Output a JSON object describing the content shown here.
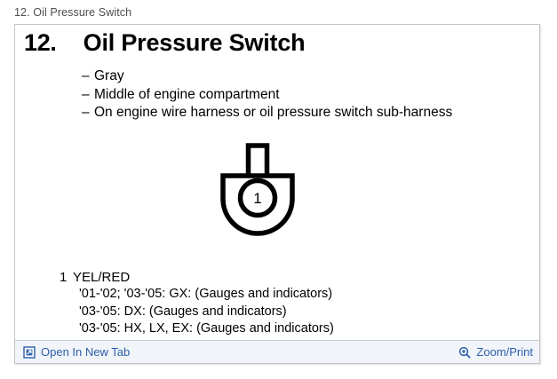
{
  "breadcrumb": {
    "text": "12. Oil Pressure Switch"
  },
  "heading": {
    "number": "12.",
    "title": "Oil Pressure Switch"
  },
  "details": {
    "dash": "–",
    "bullets": [
      "Gray",
      "Middle of engine compartment",
      "On engine wire harness or oil pressure switch sub-harness"
    ]
  },
  "diagram": {
    "name": "connector-pinout-diagram",
    "pin_label": "1",
    "stroke_color": "#000000"
  },
  "legend": {
    "pin_number": "1",
    "wire_color": "YEL/RED",
    "applications": [
      "'01-'02; '03-'05: GX: (Gauges and indicators)",
      "'03-'05: DX: (Gauges and indicators)",
      "'03-'05: HX, LX, EX: (Gauges and indicators)"
    ]
  },
  "footer": {
    "open_new_tab": {
      "label": "Open In New Tab",
      "icon": "external-link-icon"
    },
    "zoom_print": {
      "label": "Zoom/Print",
      "icon": "magnifier-plus-icon"
    },
    "link_color": "#2b5ead",
    "background": "#f1f4f8"
  }
}
